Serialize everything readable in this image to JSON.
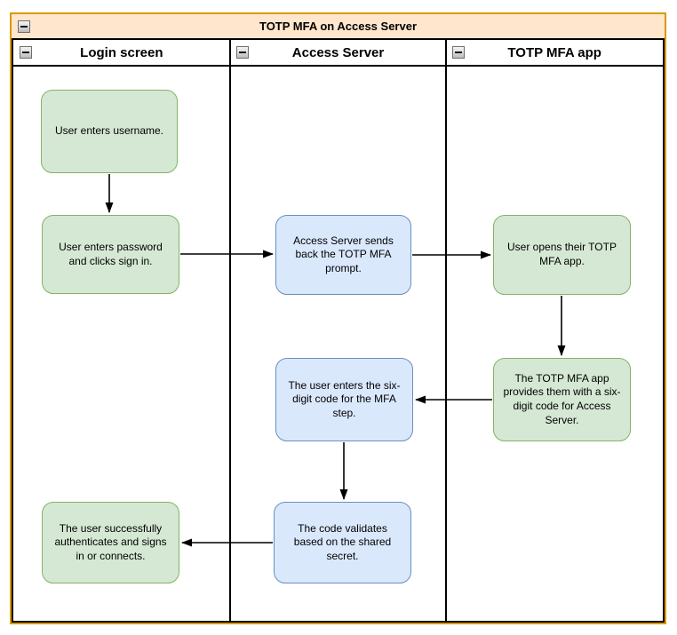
{
  "diagram": {
    "title": "TOTP MFA on Access Server",
    "lanes": [
      {
        "id": "lane-login",
        "label": "Login screen"
      },
      {
        "id": "lane-server",
        "label": "Access Server"
      },
      {
        "id": "lane-app",
        "label": "TOTP MFA app"
      }
    ],
    "nodes": [
      {
        "id": "n1",
        "lane": "lane-login",
        "type": "green",
        "text": "User enters username."
      },
      {
        "id": "n2",
        "lane": "lane-login",
        "type": "green",
        "text": "User enters password and clicks sign in."
      },
      {
        "id": "n3",
        "lane": "lane-server",
        "type": "blue",
        "text": "Access Server sends back the TOTP MFA prompt."
      },
      {
        "id": "n4",
        "lane": "lane-app",
        "type": "green",
        "text": "User opens their TOTP MFA app."
      },
      {
        "id": "n5",
        "lane": "lane-app",
        "type": "green",
        "text": "The TOTP MFA app provides them with a six-digit code for Access Server."
      },
      {
        "id": "n6",
        "lane": "lane-server",
        "type": "blue",
        "text": "The user enters the six-digit code for the MFA step."
      },
      {
        "id": "n7",
        "lane": "lane-server",
        "type": "blue",
        "text": "The code validates based on the shared secret."
      },
      {
        "id": "n8",
        "lane": "lane-login",
        "type": "green",
        "text": "The user successfully authenticates and signs in or connects."
      }
    ],
    "edges": [
      {
        "from": "n1",
        "to": "n2"
      },
      {
        "from": "n2",
        "to": "n3"
      },
      {
        "from": "n3",
        "to": "n4"
      },
      {
        "from": "n4",
        "to": "n5"
      },
      {
        "from": "n5",
        "to": "n6"
      },
      {
        "from": "n6",
        "to": "n7"
      },
      {
        "from": "n7",
        "to": "n8"
      }
    ],
    "icons": {
      "collapse": "minus-icon"
    },
    "colors": {
      "pool_fill": "#ffe6cc",
      "pool_border": "#d79b00",
      "lane_border": "#000000",
      "green_fill": "#d5e8d4",
      "green_border": "#82b366",
      "blue_fill": "#dae8fc",
      "blue_border": "#6c8ebf",
      "edge_stroke": "#000000",
      "text": "#000000"
    }
  }
}
